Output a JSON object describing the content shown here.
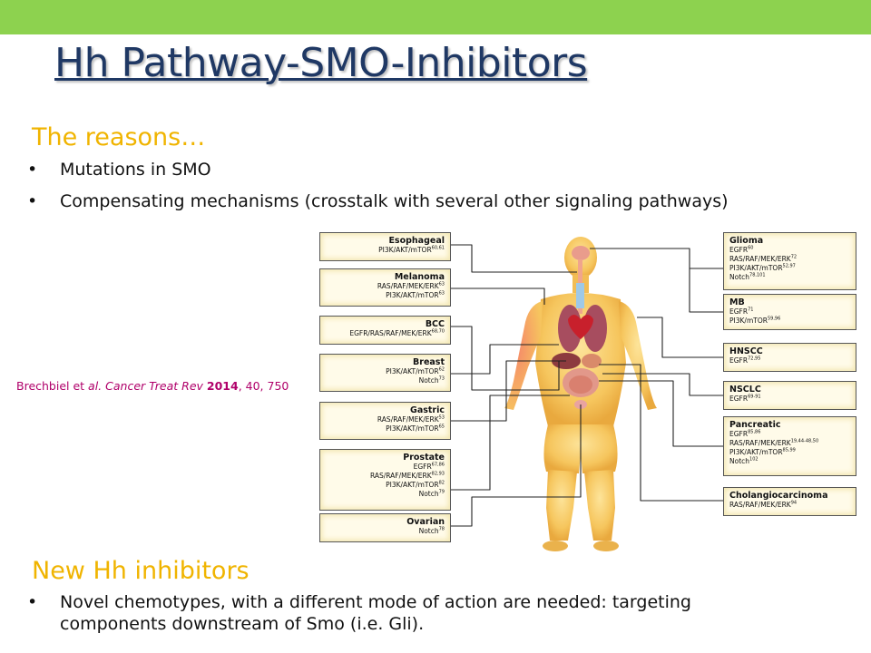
{
  "slide": {
    "title": "Hh Pathway-SMO-Inhibitors",
    "section1": {
      "heading": "The reasons…",
      "bullets": [
        "Mutations in SMO",
        "Compensating mechanisms (crosstalk with several other signaling pathways)"
      ]
    },
    "section2": {
      "heading": "New Hh inhibitors",
      "bullet_line1": "Novel chemotypes, with a different mode of action are needed: targeting",
      "bullet_line2": "components downstream of Smo (i.e. Gli)."
    },
    "bullet_symbol": "•",
    "citation": {
      "author": "Brechbiel et ",
      "etal": "al.",
      "journal": " Cancer Treat Rev ",
      "year": "2014",
      "rest": ", 40, 750"
    }
  },
  "diagram": {
    "left_boxes": [
      {
        "title": "Esophageal",
        "items": [
          {
            "text": "PI3K/AKT/mTOR",
            "ref": "60,61"
          }
        ]
      },
      {
        "title": "Melanoma",
        "items": [
          {
            "text": "RAS/RAF/MEK/ERK",
            "ref": "63"
          },
          {
            "text": "PI3K/AKT/mTOR",
            "ref": "63"
          }
        ]
      },
      {
        "title": "BCC",
        "items": [
          {
            "text": "EGFR/RAS/RAF/MEK/ERK",
            "ref": "68,70"
          }
        ]
      },
      {
        "title": "Breast",
        "items": [
          {
            "text": "PI3K/AKT/mTOR",
            "ref": "62"
          },
          {
            "text": "Notch",
            "ref": "73"
          }
        ]
      },
      {
        "title": "Gastric",
        "items": [
          {
            "text": "RAS/RAF/MEK/ERK",
            "ref": "53"
          },
          {
            "text": "PI3K/AKT/mTOR",
            "ref": "65"
          }
        ]
      },
      {
        "title": "Prostate",
        "items": [
          {
            "text": "EGFR",
            "ref": "67,86"
          },
          {
            "text": "RAS/RAF/MEK/ERK",
            "ref": "82,93"
          },
          {
            "text": "PI3K/AKT/mTOR",
            "ref": "82"
          },
          {
            "text": "Notch",
            "ref": "79"
          }
        ]
      },
      {
        "title": "Ovarian",
        "items": [
          {
            "text": "Notch",
            "ref": "78"
          }
        ]
      }
    ],
    "right_boxes": [
      {
        "title": "Glioma",
        "items": [
          {
            "text": "EGFR",
            "ref": "60"
          },
          {
            "text": "RAS/RAF/MEK/ERK",
            "ref": "72"
          },
          {
            "text": "PI3K/AKT/mTOR",
            "ref": "52,97"
          },
          {
            "text": "Notch",
            "ref": "78,101"
          }
        ]
      },
      {
        "title": "MB",
        "items": [
          {
            "text": "EGFR",
            "ref": "71"
          },
          {
            "text": "PI3K/mTOR",
            "ref": "59,96"
          }
        ]
      },
      {
        "title": "HNSCC",
        "items": [
          {
            "text": "EGFR",
            "ref": "72,95"
          }
        ]
      },
      {
        "title": "NSCLC",
        "items": [
          {
            "text": "EGFR",
            "ref": "69-91"
          }
        ]
      },
      {
        "title": "Pancreatic",
        "items": [
          {
            "text": "EGFR",
            "ref": "85,86"
          },
          {
            "text": "RAS/RAF/MEK/ERK",
            "ref": "19,44-48,50"
          },
          {
            "text": "PI3K/AKT/mTOR",
            "ref": "85,99"
          },
          {
            "text": "Notch",
            "ref": "102"
          }
        ]
      },
      {
        "title": "Cholangiocarcinoma",
        "items": [
          {
            "text": "RAS/RAF/MEK/ERK",
            "ref": "94"
          }
        ]
      }
    ]
  },
  "colors": {
    "top_bar": "#8dd24f",
    "title": "#1f3864",
    "heading": "#f0b400",
    "citation": "#b0006a",
    "box_fill": "#fffbe9",
    "body_skin": "#f6c65e"
  }
}
